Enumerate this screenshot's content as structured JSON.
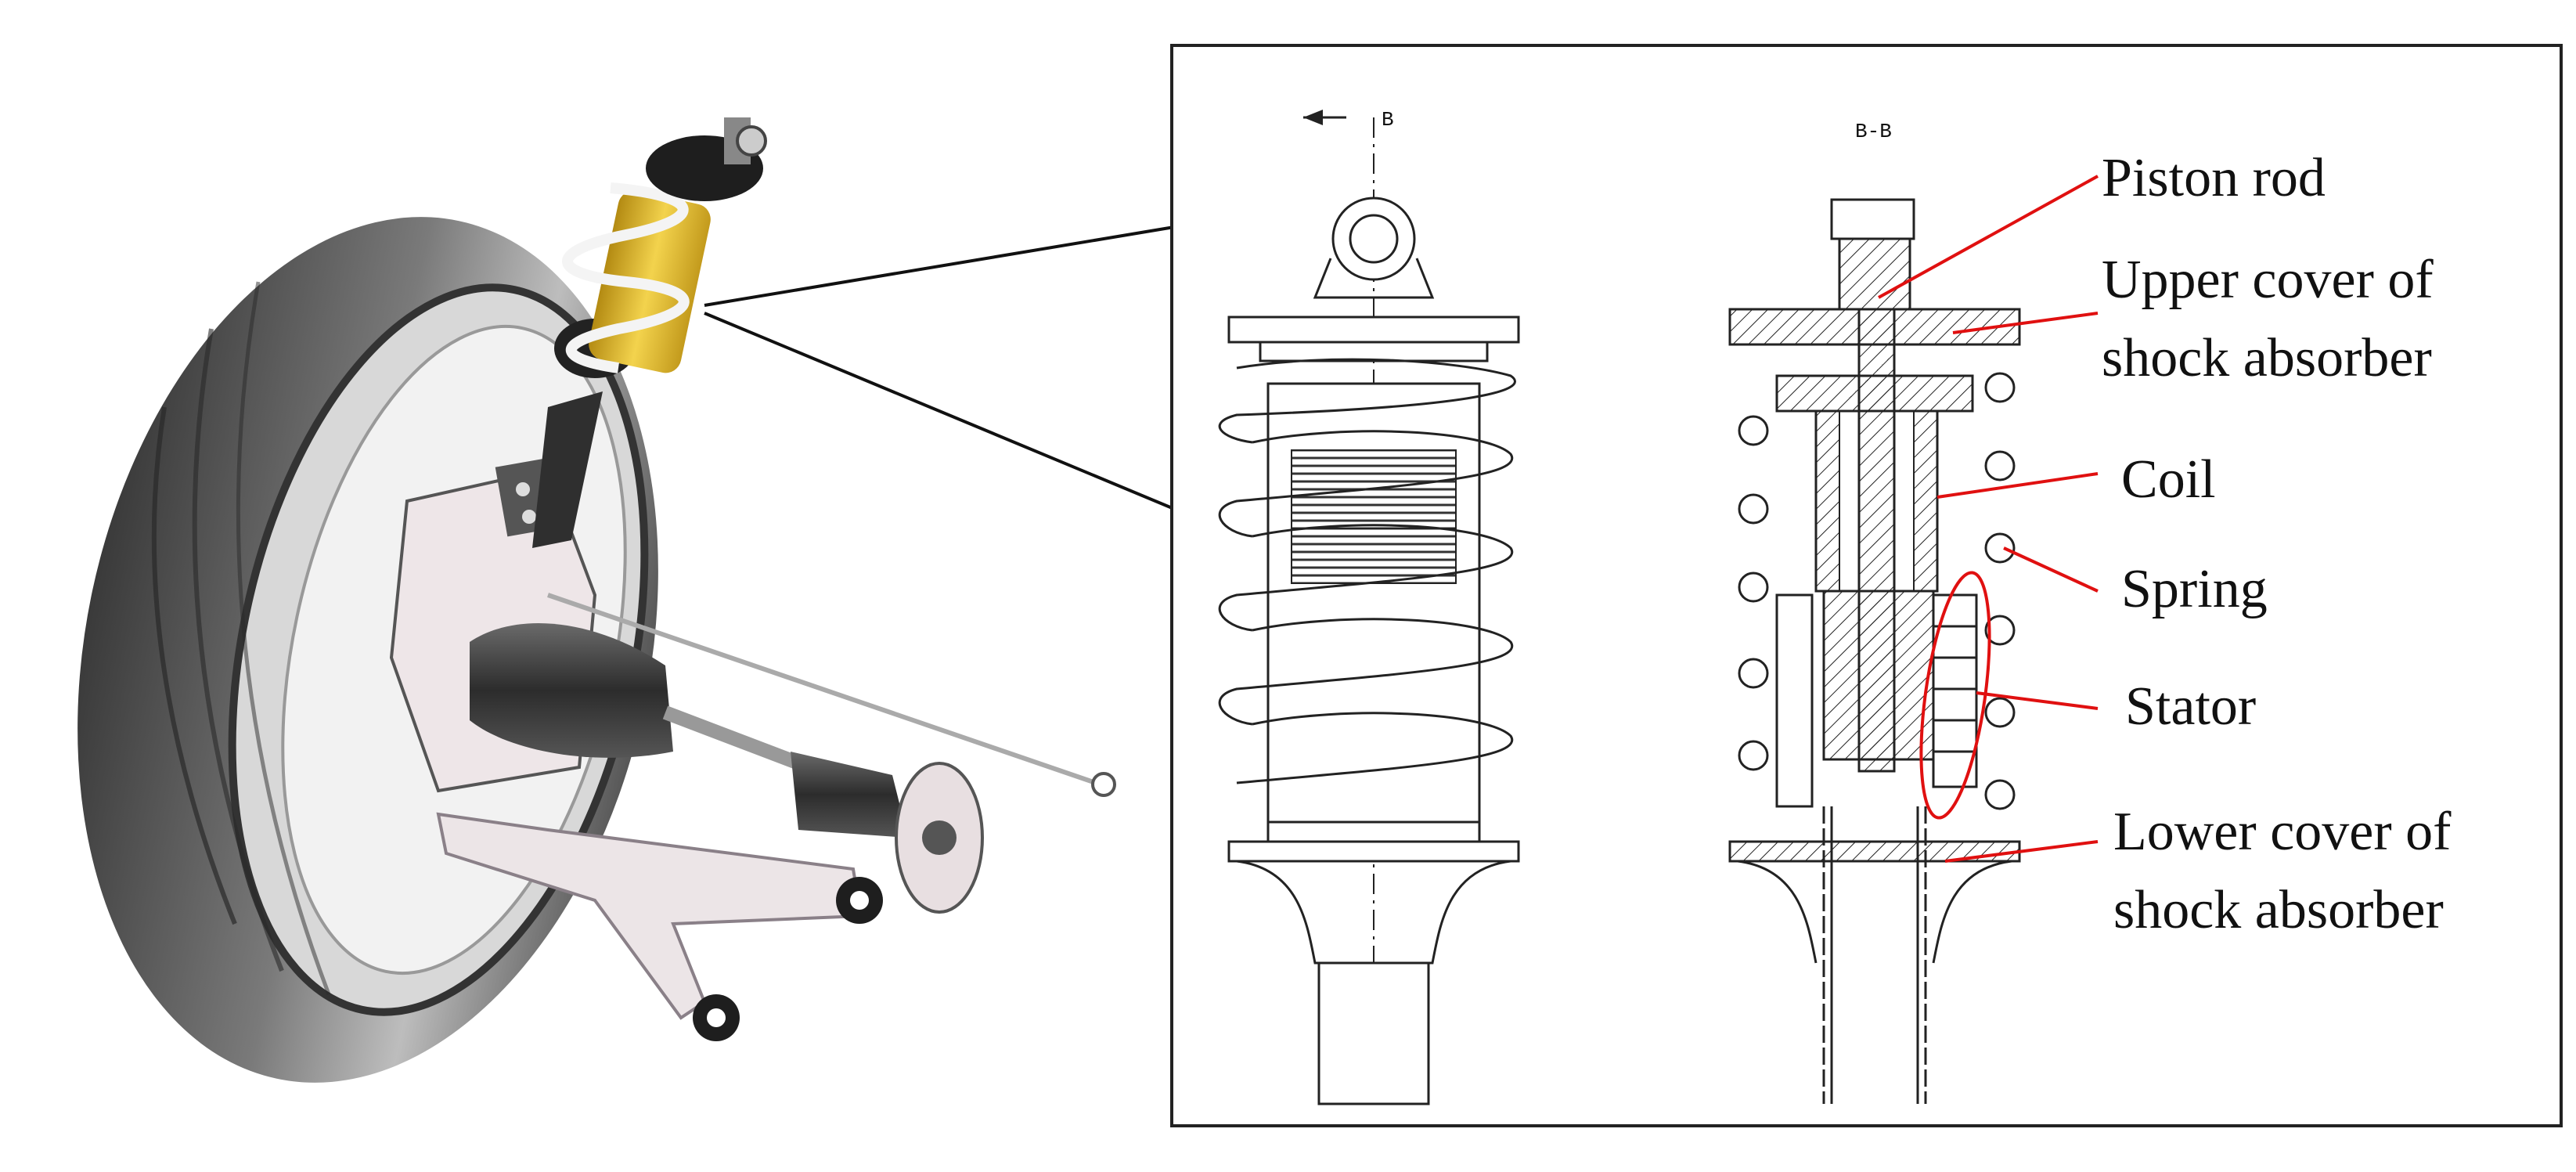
{
  "figure": {
    "section_mark": "B",
    "section_title": "B-B",
    "labels": [
      {
        "key": "piston_rod",
        "lines": [
          "Piston rod"
        ]
      },
      {
        "key": "upper_cover",
        "lines": [
          "Upper cover of",
          "shock absorber"
        ]
      },
      {
        "key": "coil",
        "lines": [
          "Coil"
        ]
      },
      {
        "key": "spring",
        "lines": [
          "Spring"
        ]
      },
      {
        "key": "stator",
        "lines": [
          "Stator"
        ]
      },
      {
        "key": "lower_cover",
        "lines": [
          "Lower cover of",
          "shock absorber"
        ]
      }
    ],
    "colors": {
      "leader": "#e01010",
      "tire": "#4a4a4a",
      "spring_yellow": "#e8c23a",
      "boot": "#3a3a3a",
      "arm": "#e6dee0",
      "outline": "#222222"
    }
  }
}
